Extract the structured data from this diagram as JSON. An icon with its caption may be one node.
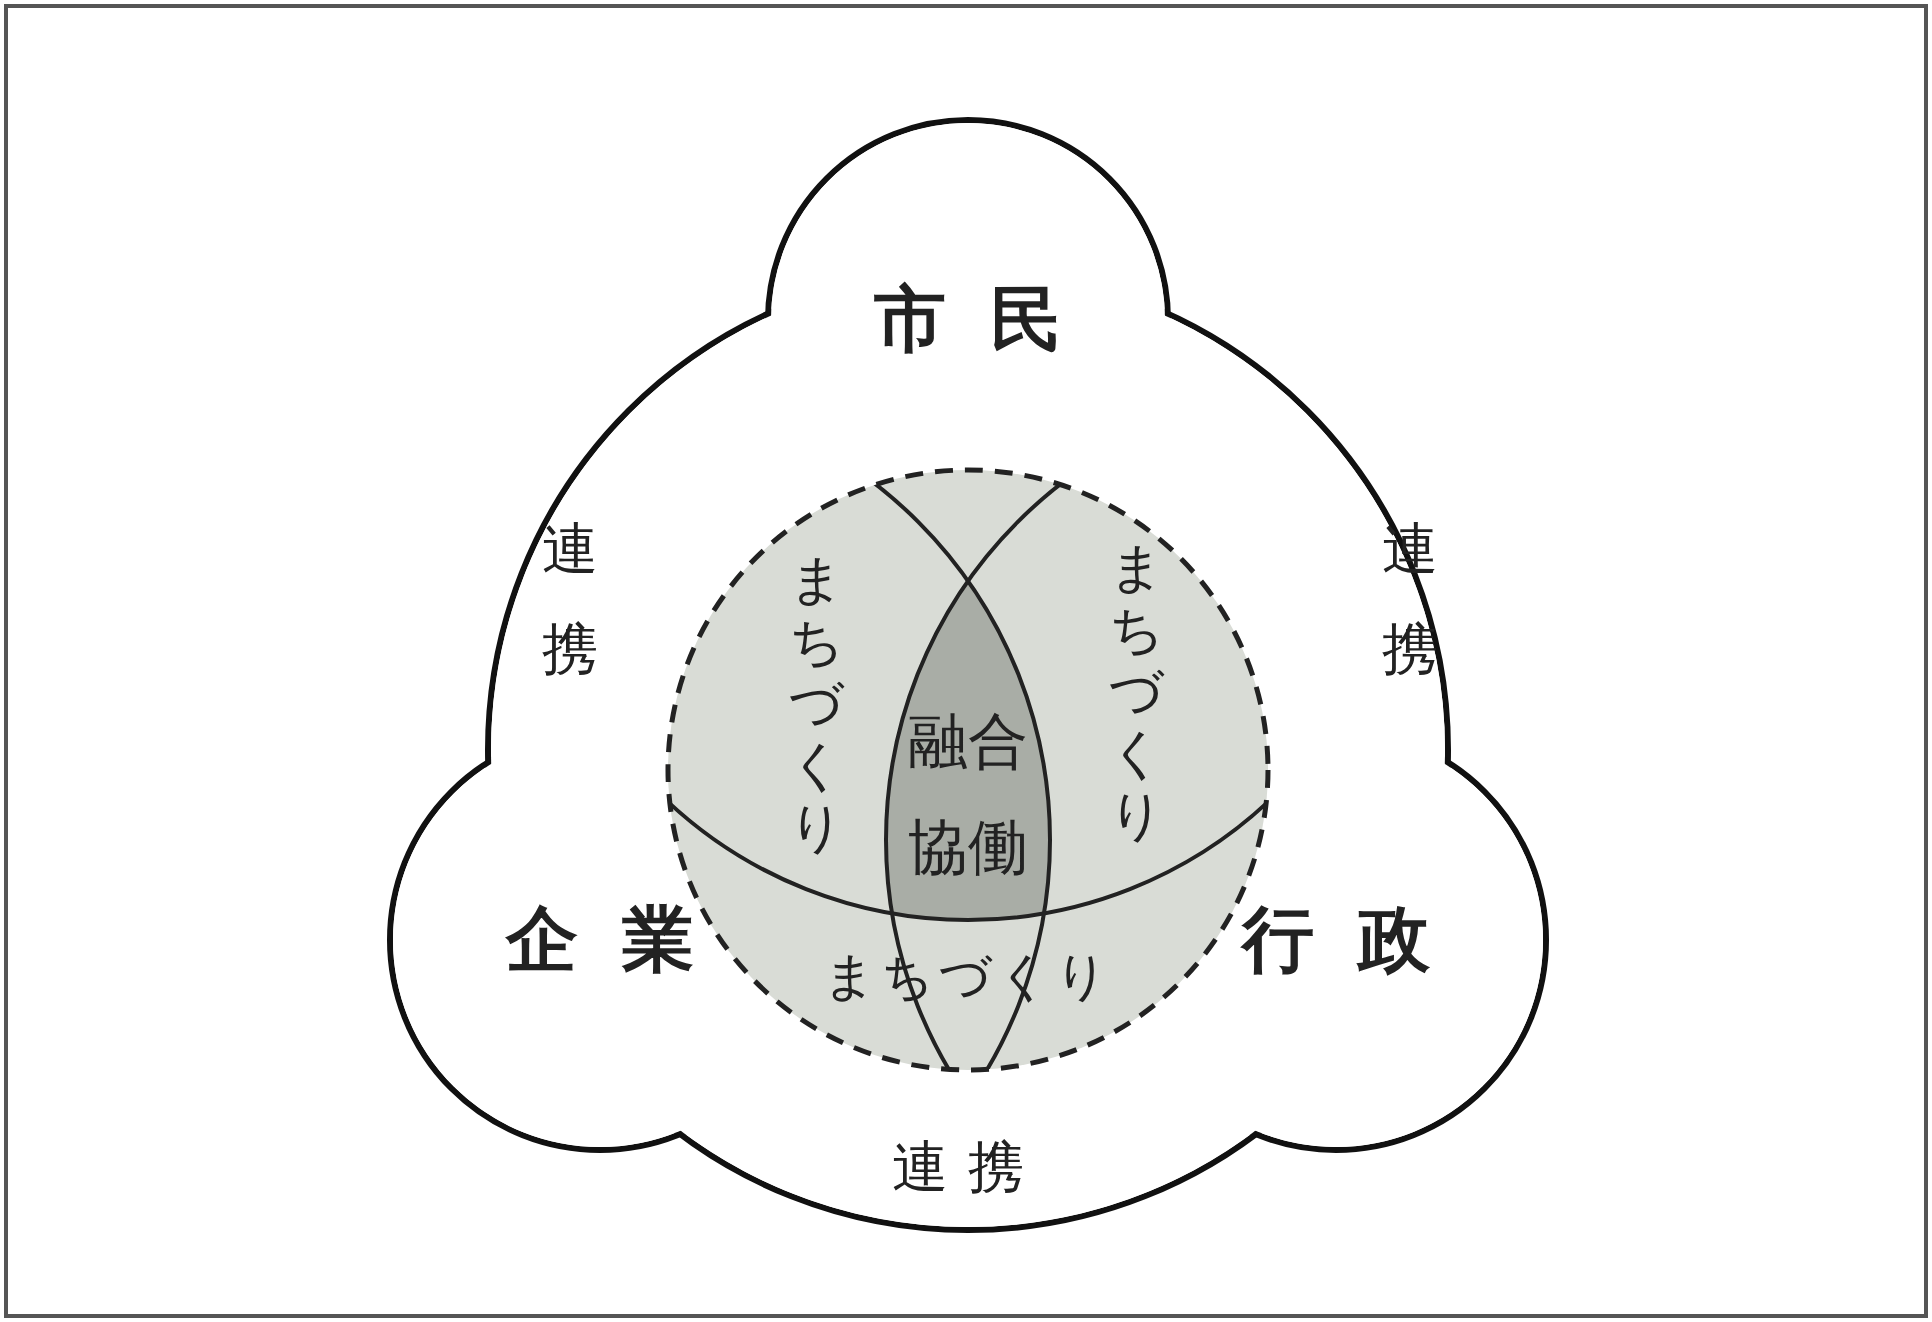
{
  "diagram": {
    "nodes": [
      {
        "text": [
          "市民"
        ]
      },
      {
        "text": [
          "企業"
        ]
      },
      {
        "text": [
          "行政"
        ]
      },
      {
        "text": [
          "融合",
          "協働"
        ]
      },
      {
        "text": [
          "まちづくり"
        ]
      },
      {
        "text": [
          "まちづくり"
        ]
      },
      {
        "text": [
          "まちづくり"
        ]
      }
    ],
    "edges": [],
    "labels": [
      "連携",
      "連携",
      "連携"
    ]
  }
}
